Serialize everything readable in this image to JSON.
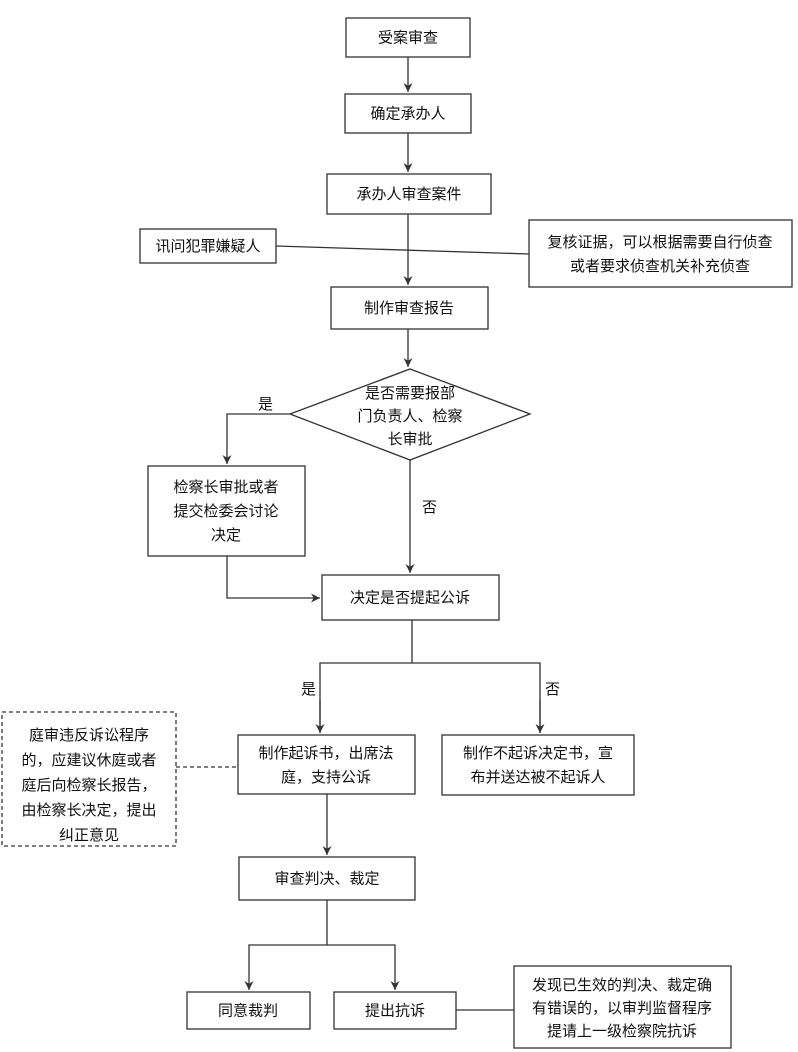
{
  "nodes": {
    "accept_review": "受案审查",
    "assign_handler": "确定承办人",
    "handler_review": "承办人审查案件",
    "interrogate": "讯问犯罪嫌疑人",
    "verify_evidence": [
      "复核证据，可以根据需要自行侦查",
      "或者要求侦查机关补充侦查"
    ],
    "make_report": "制作审查报告",
    "need_approval": [
      "是否需要报部",
      "门负责人、检察",
      "长审批"
    ],
    "chief_approval": [
      "检察长审批或者",
      "提交检委会讨论",
      "决定"
    ],
    "decide_prosecute": "决定是否提起公诉",
    "indictment": [
      "制作起诉书，出席法",
      "庭，支持公诉"
    ],
    "non_prosecution": [
      "制作不起诉决定书，宣",
      "布并送达被不起诉人"
    ],
    "court_violation": [
      "庭审违反诉讼程序",
      "的，应建议休庭或者",
      "庭后向检察长报告，",
      "由检察长决定，提出",
      "纠正意见"
    ],
    "review_judgment": "审查判决、裁定",
    "agree_judgment": "同意裁判",
    "file_protest": "提出抗诉",
    "supervision": [
      "发现已生效的判决、裁定确",
      "有错误的，以审判监督程序",
      "提请上一级检察院抗诉"
    ]
  },
  "edge_labels": {
    "approval_yes": "是",
    "approval_no": "否",
    "prosecute_yes": "是",
    "prosecute_no": "否"
  }
}
